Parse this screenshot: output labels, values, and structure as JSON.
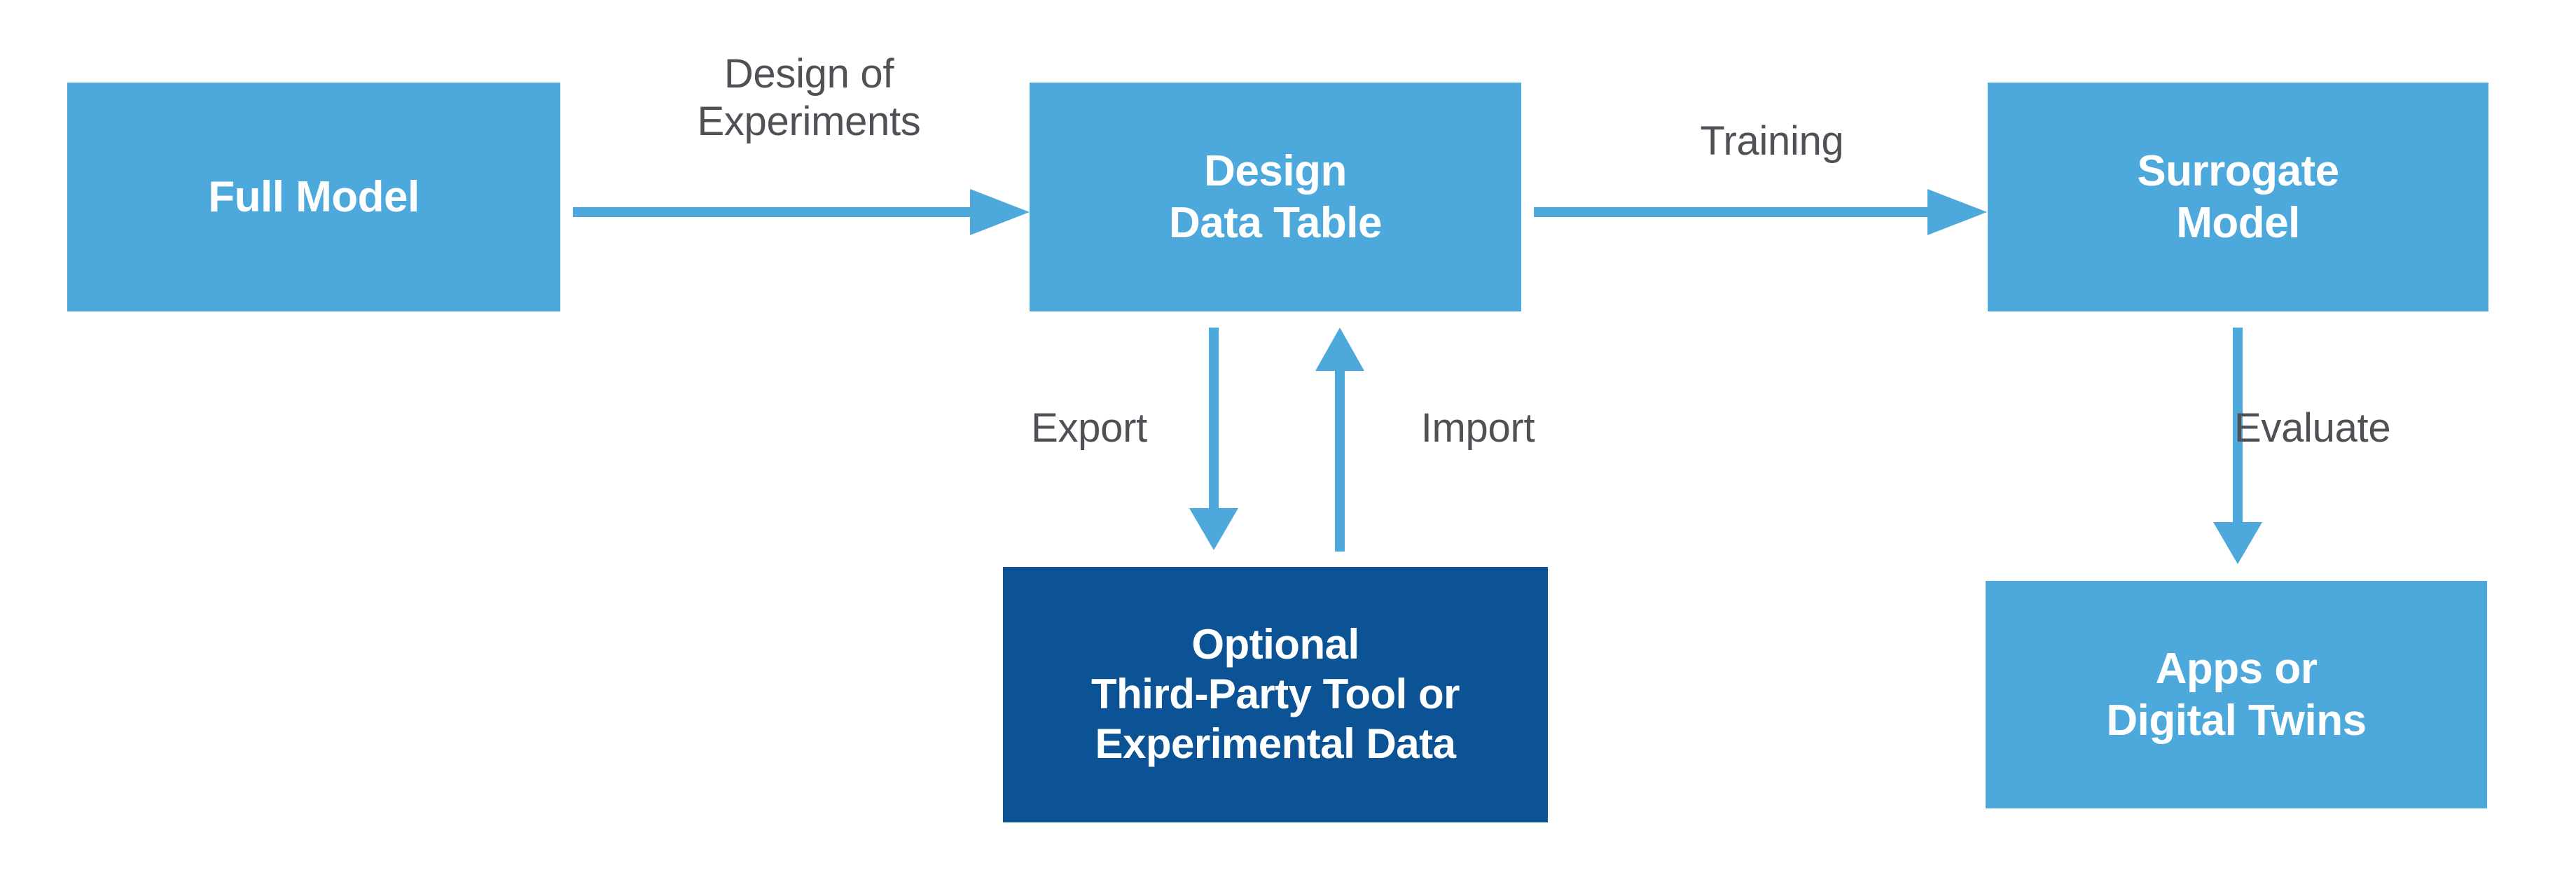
{
  "diagram": {
    "title": "Surrogate Model Workflow",
    "colors": {
      "node_light": "#4DA9DC",
      "node_dark": "#0B5394",
      "arrow": "#4DA9DC",
      "label_text": "#4E5256",
      "node_text": "#FFFFFF",
      "background": "#FFFFFF"
    },
    "nodes": [
      {
        "id": "full-model",
        "label": "Full Model",
        "style": "light"
      },
      {
        "id": "design-table",
        "label": "Design\nData Table",
        "style": "light"
      },
      {
        "id": "surrogate",
        "label": "Surrogate\nModel",
        "style": "light"
      },
      {
        "id": "optional-third",
        "label": "Optional\nThird-Party Tool or\nExperimental Data",
        "style": "dark"
      },
      {
        "id": "apps",
        "label": "Apps or\nDigital Twins",
        "style": "light"
      }
    ],
    "edges": [
      {
        "id": "doe",
        "label": "Design of\nExperiments",
        "from": "full-model",
        "to": "design-table",
        "direction": "right"
      },
      {
        "id": "training",
        "label": "Training",
        "from": "design-table",
        "to": "surrogate",
        "direction": "right"
      },
      {
        "id": "export",
        "label": "Export",
        "from": "design-table",
        "to": "optional-third",
        "direction": "down"
      },
      {
        "id": "import",
        "label": "Import",
        "from": "optional-third",
        "to": "design-table",
        "direction": "up"
      },
      {
        "id": "evaluate",
        "label": "Evaluate",
        "from": "surrogate",
        "to": "apps",
        "direction": "down"
      }
    ]
  }
}
